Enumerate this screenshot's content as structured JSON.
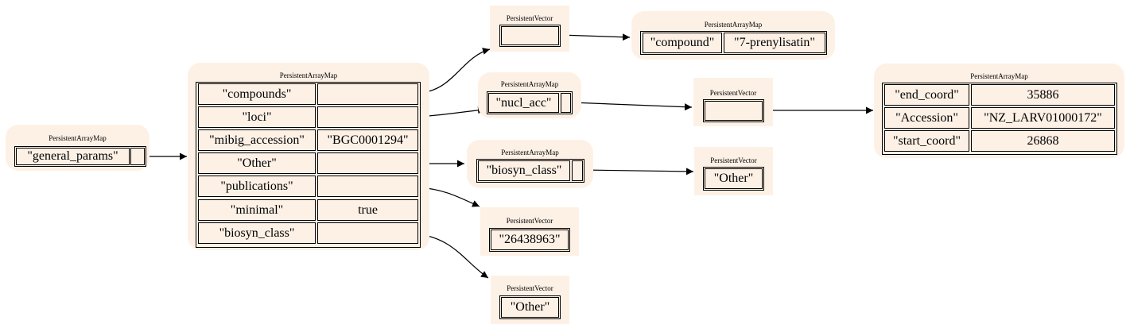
{
  "type_labels": {
    "map": "PersistentArrayMap",
    "vector": "PersistentVector"
  },
  "root": {
    "key": "\"general_params\""
  },
  "general_params": {
    "rows": [
      {
        "key": "\"compounds\"",
        "value": ""
      },
      {
        "key": "\"loci\"",
        "value": ""
      },
      {
        "key": "\"mibig_accession\"",
        "value": "\"BGC0001294\""
      },
      {
        "key": "\"Other\"",
        "value": ""
      },
      {
        "key": "\"publications\"",
        "value": ""
      },
      {
        "key": "\"minimal\"",
        "value": "true"
      },
      {
        "key": "\"biosyn_class\"",
        "value": ""
      }
    ]
  },
  "compounds_vector": {
    "items": [
      ""
    ]
  },
  "compound_map": {
    "key": "\"compound\"",
    "value": "\"7-prenylisatin\""
  },
  "loci_map": {
    "key": "\"nucl_acc\""
  },
  "nucl_acc_vector": {
    "items": [
      ""
    ]
  },
  "nucl_acc_map": {
    "rows": [
      {
        "key": "\"end_coord\"",
        "value": "35886"
      },
      {
        "key": "\"Accession\"",
        "value": "\"NZ_LARV01000172\""
      },
      {
        "key": "\"start_coord\"",
        "value": "26868"
      }
    ]
  },
  "other_map": {
    "key": "\"biosyn_class\""
  },
  "other_biosyn_vector": {
    "items": [
      "\"Other\""
    ]
  },
  "publications_vector": {
    "items": [
      "\"26438963\""
    ]
  },
  "biosyn_class_vector": {
    "items": [
      "\"Other\""
    ]
  },
  "colors": {
    "node_fill": "#fdf1e6",
    "line": "#000000"
  }
}
